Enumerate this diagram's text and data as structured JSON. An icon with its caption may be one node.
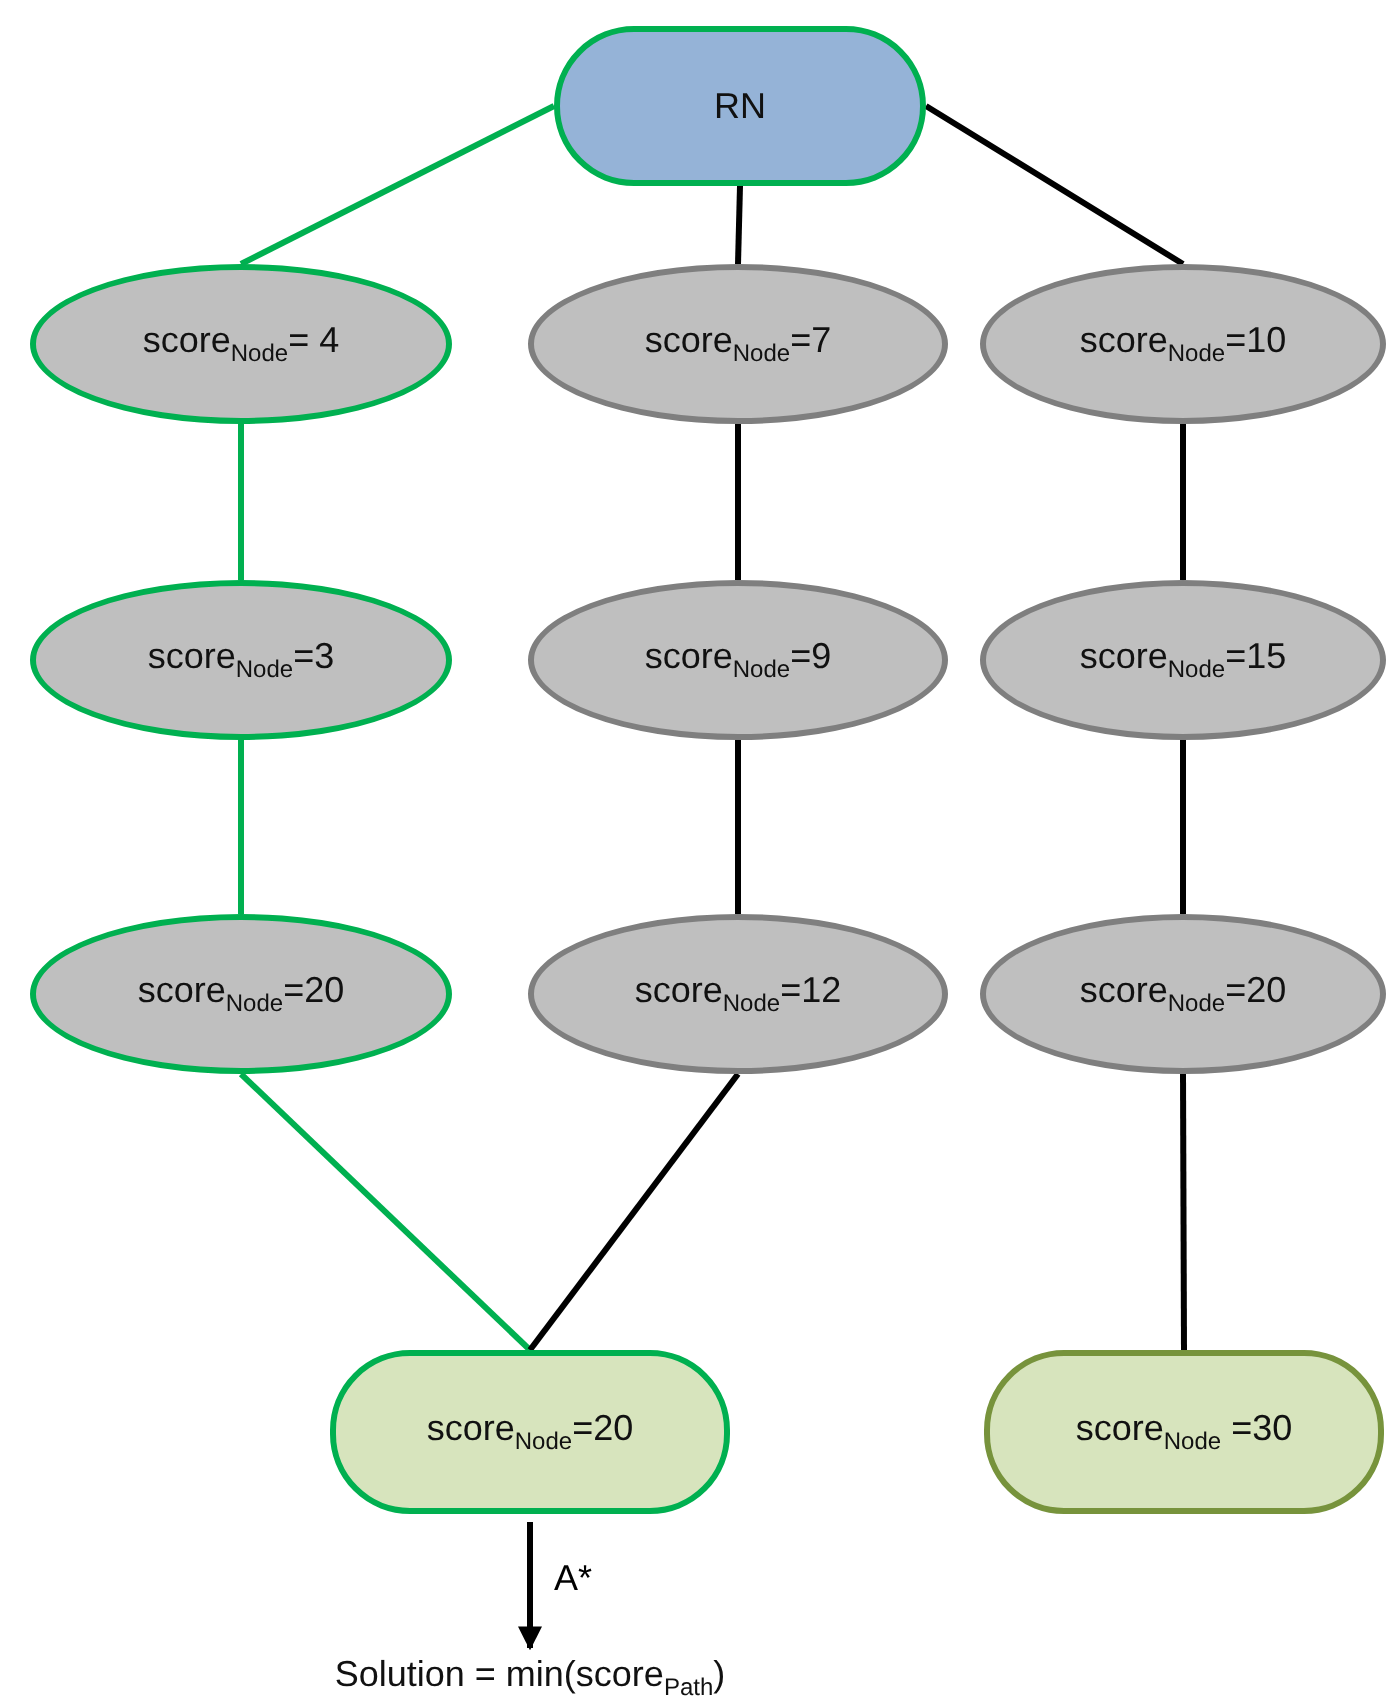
{
  "diagram": {
    "nodes": [
      {
        "text": [
          "RN"
        ]
      },
      {
        "text": [
          "score$_{Node}$= 4"
        ]
      },
      {
        "text": [
          "score$_{Node}$=7"
        ]
      },
      {
        "text": [
          "score$_{Node}$=10"
        ]
      },
      {
        "text": [
          "score$_{Node}$=3"
        ]
      },
      {
        "text": [
          "score$_{Node}$=9"
        ]
      },
      {
        "text": [
          "score$_{Node}$=15"
        ]
      },
      {
        "text": [
          "score$_{Node}$=20"
        ]
      },
      {
        "text": [
          "score$_{Node}$=12"
        ]
      },
      {
        "text": [
          "score$_{Node}$=20"
        ]
      },
      {
        "text": [
          "score$_{Node}$=20"
        ]
      },
      {
        "text": [
          "score$_{Node}$ =30"
        ]
      },
      {
        "text": [
          "Solution = min(score$_{Path}$)"
        ]
      }
    ],
    "edges": [
      {
        "from": 0,
        "to": 1,
        "arrow": "none",
        "color": "#00b050"
      },
      {
        "from": 0,
        "to": 2,
        "arrow": "none"
      },
      {
        "from": 0,
        "to": 3,
        "arrow": "none"
      },
      {
        "from": 1,
        "to": 4,
        "arrow": "none",
        "color": "#00b050"
      },
      {
        "from": 2,
        "to": 5,
        "arrow": "none"
      },
      {
        "from": 3,
        "to": 6,
        "arrow": "none"
      },
      {
        "from": 4,
        "to": 7,
        "arrow": "none",
        "color": "#00b050"
      },
      {
        "from": 5,
        "to": 8,
        "arrow": "none"
      },
      {
        "from": 6,
        "to": 9,
        "arrow": "none"
      },
      {
        "from": 7,
        "to": 10,
        "arrow": "none",
        "color": "#00b050"
      },
      {
        "from": 8,
        "to": 10,
        "arrow": "none"
      },
      {
        "from": 9,
        "to": 11,
        "arrow": "none"
      },
      {
        "from": 10,
        "to": 12,
        "arrow": "to",
        "label": "A*"
      }
    ]
  }
}
